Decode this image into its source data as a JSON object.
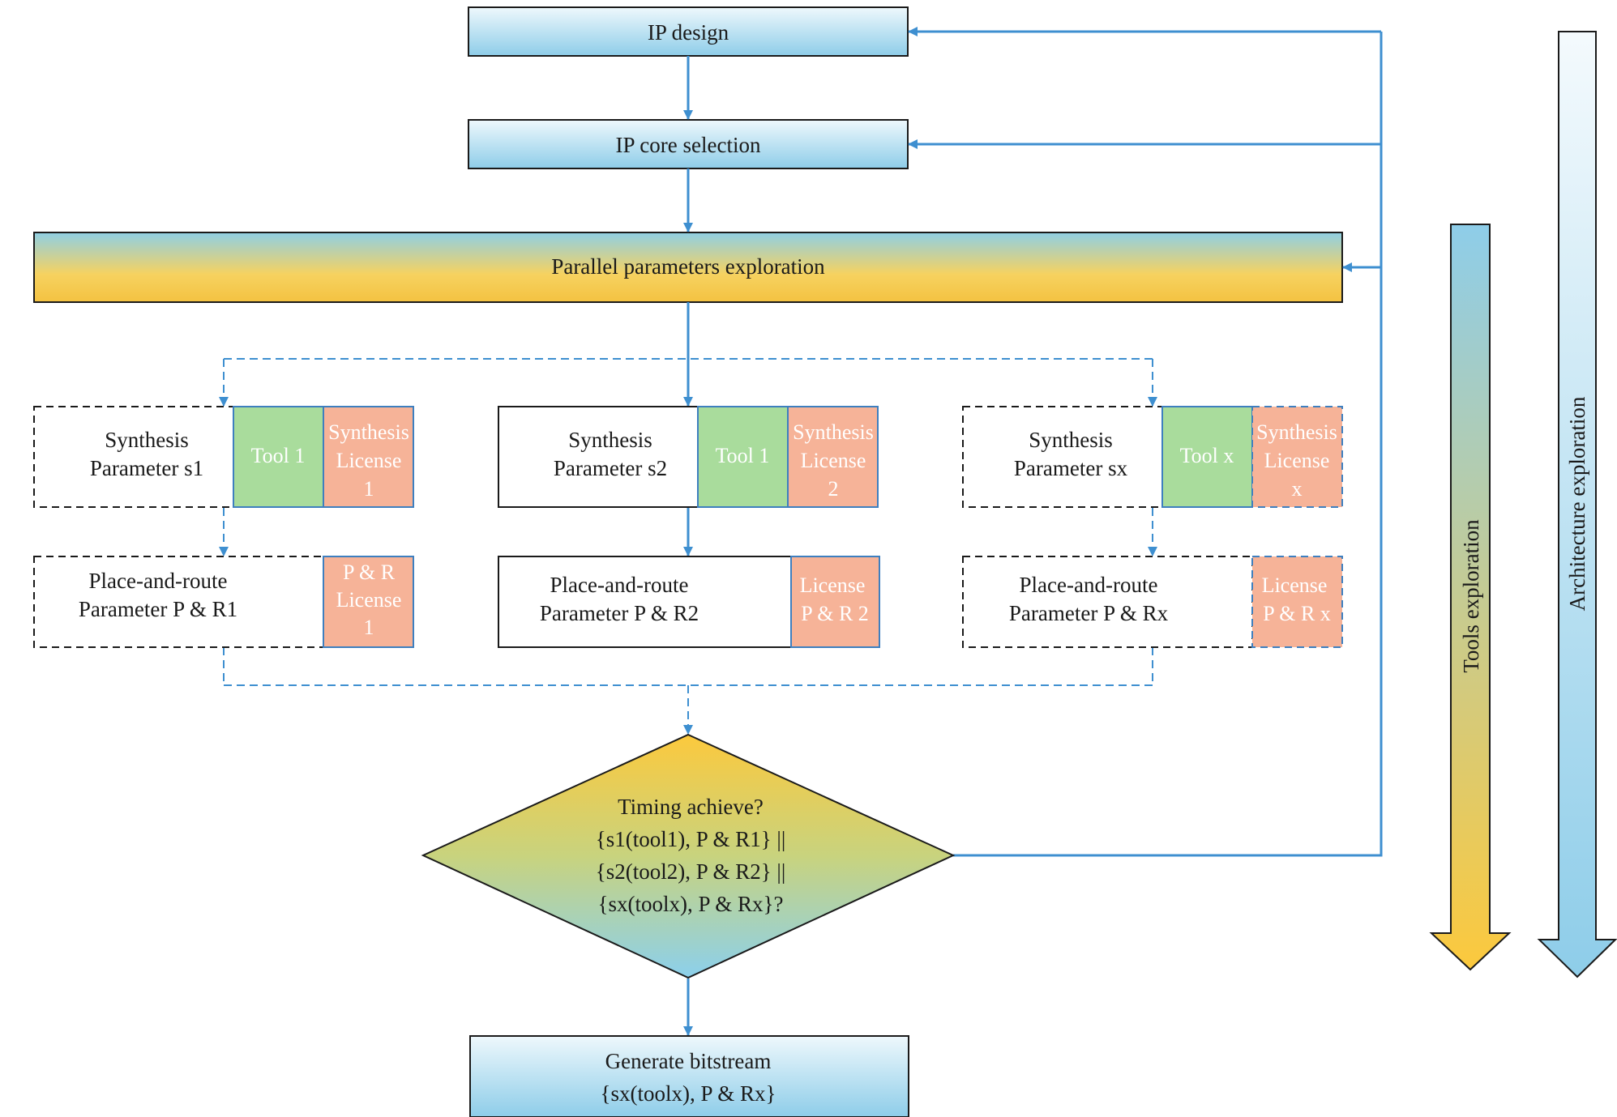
{
  "boxes": {
    "ip_design": "IP design",
    "ip_core_selection": "IP core selection",
    "parallel_exploration": "Parallel parameters exploration",
    "generate_line1": "Generate bitstream",
    "generate_line2": "{sx(toolx), P & Rx}"
  },
  "columns": [
    {
      "synth_line1": "Synthesis",
      "synth_line2": "Parameter s1",
      "tool": "Tool 1",
      "lic_line1": "Synthesis",
      "lic_line2": "License",
      "lic_line3": "1",
      "pr_line1": "Place-and-route",
      "pr_line2": "Parameter P & R1",
      "prlic_line1": "P & R",
      "prlic_line2": "License",
      "prlic_line3": "1"
    },
    {
      "synth_line1": "Synthesis",
      "synth_line2": "Parameter s2",
      "tool": "Tool 1",
      "lic_line1": "Synthesis",
      "lic_line2": "License",
      "lic_line3": "2",
      "pr_line1": "Place-and-route",
      "pr_line2": "Parameter P & R2",
      "prlic_line1": "License",
      "prlic_line2": "P & R 2"
    },
    {
      "synth_line1": "Synthesis",
      "synth_line2": "Parameter sx",
      "tool": "Tool x",
      "lic_line1": "Synthesis",
      "lic_line2": "License",
      "lic_line3": "x",
      "pr_line1": "Place-and-route",
      "pr_line2": "Parameter P & Rx",
      "prlic_line1": "License",
      "prlic_line2": "P & R x"
    }
  ],
  "decision": {
    "line1": "Timing achieve?",
    "line2": "{s1(tool1), P & R1} ||",
    "line3": "{s2(tool2), P & R2} ||",
    "line4": "{sx(toolx), P & Rx}?"
  },
  "side_arrows": {
    "tools": "Tools exploration",
    "architecture": "Architecture exploration"
  },
  "colors": {
    "connector": "#3e8fd0",
    "box_blue_top": "#e6f4fb",
    "box_blue_bottom": "#8fcdea",
    "tool_green": "#a9dc9c",
    "license_salmon": "#f6b398",
    "gold": "#f7c948"
  }
}
